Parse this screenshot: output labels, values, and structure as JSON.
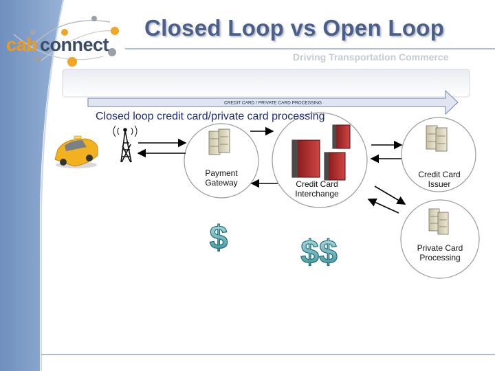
{
  "title": "Closed Loop vs Open Loop",
  "tagline": "Driving Transportation Commerce",
  "logo": {
    "part1": "cab",
    "part2": "connect"
  },
  "banner": "CREDIT CARD / PRIVATE CARD PROCESSING",
  "subtitle": "Closed loop credit card/private card processing",
  "nodes": {
    "gateway": {
      "line1": "Payment",
      "line2": "Gateway"
    },
    "interchange": {
      "line1": "Credit Card",
      "line2": "Interchange"
    },
    "issuer": {
      "line1": "Credit Card",
      "line2": "Issuer"
    },
    "private": {
      "line1": "Private Card",
      "line2": "Processing"
    }
  },
  "fees": {
    "single": "$",
    "double": "$$"
  },
  "colors": {
    "title": "#4a5f8a",
    "accent_orange": "#ee9a1c",
    "left_band": "#7f9dc6",
    "rule": "#8ea6c8"
  }
}
